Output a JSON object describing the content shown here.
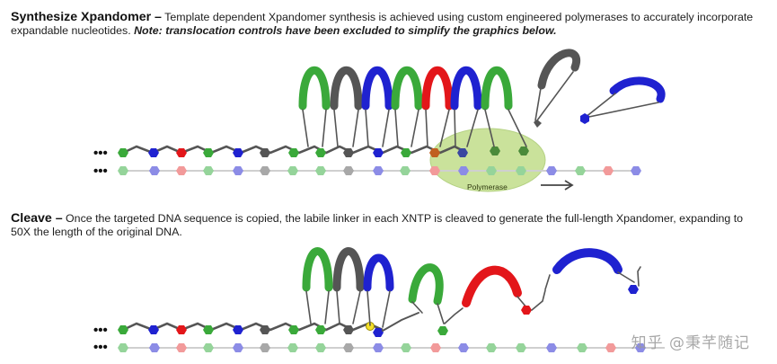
{
  "section1": {
    "title": "Synthesize Xpandomer –",
    "body": " Template dependent Xpandomer synthesis is achieved using custom engineered polymerases to accurately incorporate expandable nucleotides. ",
    "note": "Note: translocation controls have been excluded to simplify the graphics below."
  },
  "section2": {
    "title": "Cleave –",
    "body": " Once the targeted DNA sequence is copied, the labile linker in each XNTP is cleaved to generate the full-length Xpandomer, expanding to 50X the length of the original DNA."
  },
  "diagram": {
    "polymerase_label": "Polymerase",
    "ellipsis": "•••"
  },
  "watermark": "知乎 @秉芊随记",
  "colors": {
    "green": "#3aa93a",
    "blue": "#1f22d0",
    "red": "#e3161a",
    "gray": "#555555",
    "polymerase": "#b9d97a"
  }
}
